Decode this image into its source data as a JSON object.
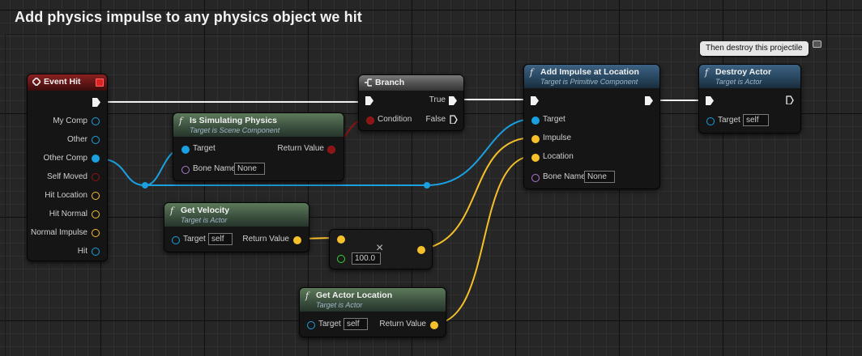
{
  "graph": {
    "comment_title": "Add physics impulse to any physics object we hit",
    "comment_bubble": "Then destroy this projectile"
  },
  "event_hit": {
    "title": "Event Hit",
    "pins": [
      "My Comp",
      "Other",
      "Other Comp",
      "Self Moved",
      "Hit Location",
      "Hit Normal",
      "Normal Impulse",
      "Hit"
    ]
  },
  "is_simulating": {
    "title": "Is Simulating Physics",
    "subtitle": "Target is Scene Component",
    "target_label": "Target",
    "return_label": "Return Value",
    "bone_label": "Bone Name",
    "bone_value": "None"
  },
  "branch": {
    "title": "Branch",
    "true_label": "True",
    "condition_label": "Condition",
    "false_label": "False"
  },
  "add_impulse": {
    "title": "Add Impulse at Location",
    "subtitle": "Target is Primitive Component",
    "target_label": "Target",
    "impulse_label": "Impulse",
    "location_label": "Location",
    "bone_label": "Bone Name",
    "bone_value": "None"
  },
  "destroy_actor": {
    "title": "Destroy Actor",
    "subtitle": "Target is Actor",
    "target_label": "Target",
    "target_value": "self"
  },
  "get_velocity": {
    "title": "Get Velocity",
    "subtitle": "Target is Actor",
    "target_label": "Target",
    "target_value": "self",
    "return_label": "Return Value"
  },
  "multiply": {
    "symbol": "×",
    "value": "100.0"
  },
  "get_actor_location": {
    "title": "Get Actor Location",
    "subtitle": "Target is Actor",
    "target_label": "Target",
    "target_value": "self",
    "return_label": "Return Value"
  },
  "colors": {
    "exec": "#f2f2f2",
    "object_pin": "#1aa0e0",
    "bool_pin": "#8c1414",
    "vector_pin": "#f5c02a",
    "name_pin": "#b07ad0",
    "float_pin": "#3ad13a"
  }
}
